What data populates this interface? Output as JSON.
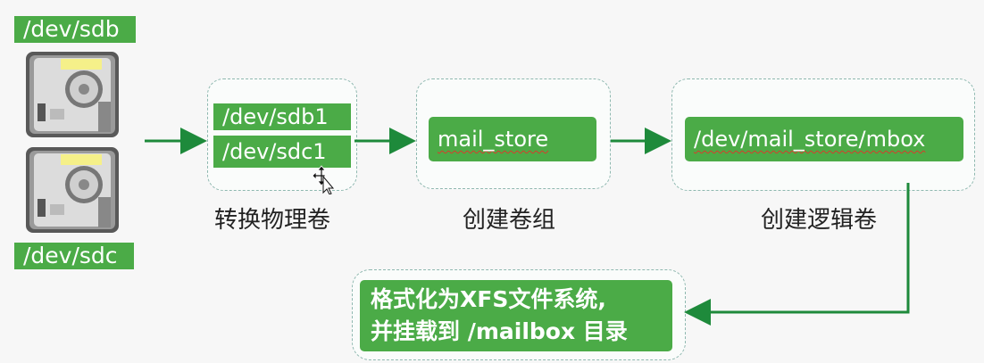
{
  "disks": {
    "sdb_label": "/dev/sdb",
    "sdc_label": "/dev/sdc"
  },
  "physical_volumes": {
    "items": [
      "/dev/sdb1",
      "/dev/sdc1"
    ],
    "caption": "转换物理卷"
  },
  "volume_group": {
    "name": "mail_store",
    "caption": "创建卷组"
  },
  "logical_volume": {
    "path": "/dev/mail_store/mbox",
    "caption": "创建逻辑卷"
  },
  "filesystem": {
    "line1": "格式化为XFS文件系统,",
    "line2": "并挂载到 /mailbox 目录"
  },
  "colors": {
    "accent_green": "#4bab47",
    "arrow_green": "#1e8a3b",
    "box_border": "#8fb8b0",
    "squiggle_red": "#d93a2b"
  },
  "icons": {
    "disk": "hard-disk-icon",
    "cursor": "move-cursor-icon"
  }
}
